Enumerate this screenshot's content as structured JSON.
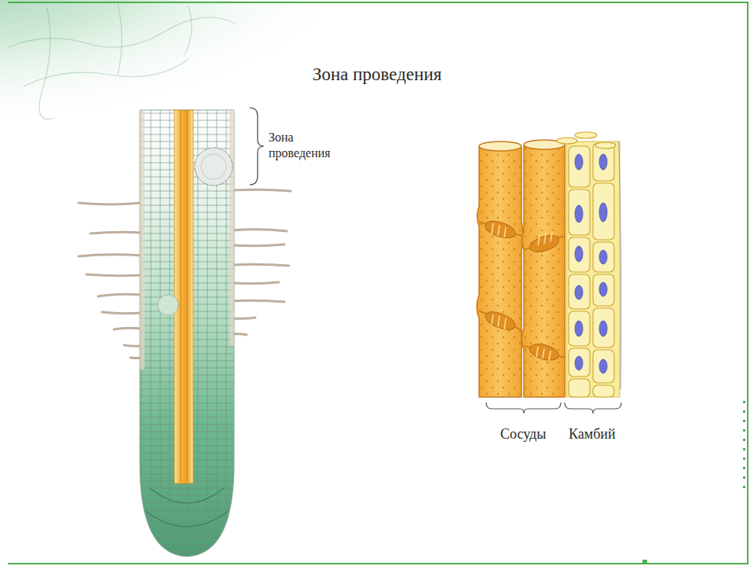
{
  "diagram": {
    "title": "Зона проведения",
    "labels": [
      "Зона проведения",
      "Сосуды",
      "Камбий"
    ]
  }
}
